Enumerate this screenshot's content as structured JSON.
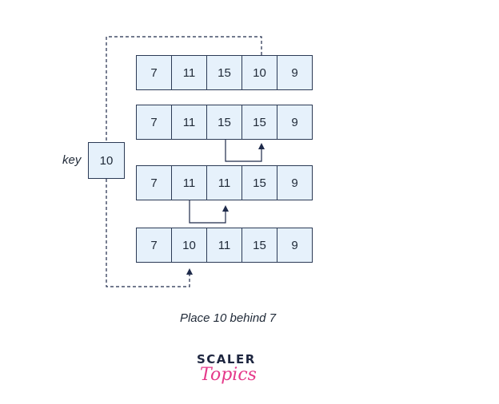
{
  "rows": [
    [
      "7",
      "11",
      "15",
      "10",
      "9"
    ],
    [
      "7",
      "11",
      "15",
      "15",
      "9"
    ],
    [
      "7",
      "11",
      "11",
      "15",
      "9"
    ],
    [
      "7",
      "10",
      "11",
      "15",
      "9"
    ]
  ],
  "key": {
    "label": "key",
    "value": "10"
  },
  "caption": "Place 10 behind 7",
  "logo": {
    "top": "SCALER",
    "bottom": "Topics"
  },
  "colors": {
    "cell_fill": "#e6f1fb",
    "stroke": "#2b3a55",
    "logo_accent": "#e5398a"
  }
}
